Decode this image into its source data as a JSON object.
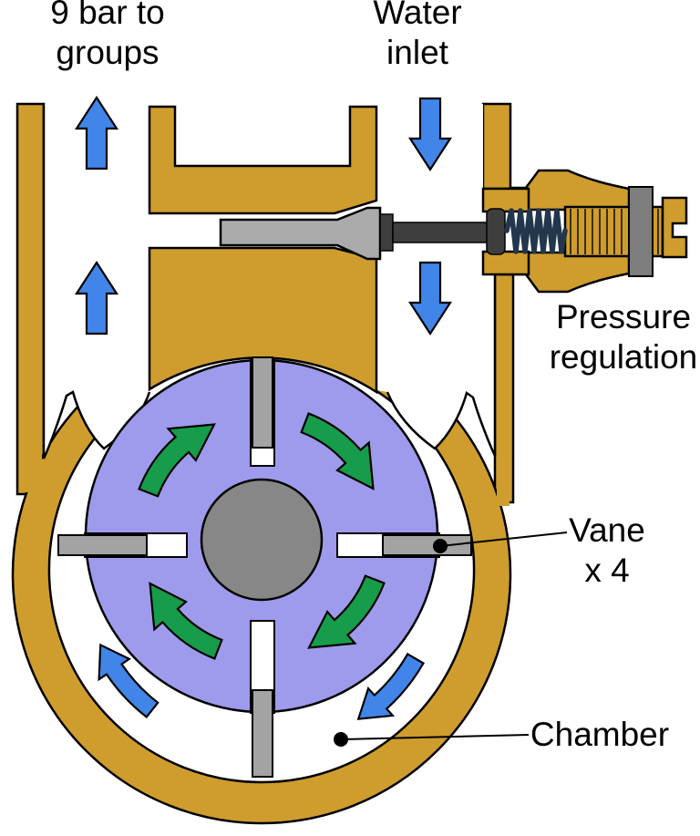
{
  "title": "Rotary vane pump diagram",
  "labels": {
    "outlet": "9 bar to\ngroups",
    "inlet": "Water\ninlet",
    "pressure": "Pressure\nregulation",
    "vane": "Vane\nx 4",
    "chamber": "Chamber"
  },
  "icons": {
    "flow_up_arrows": "outlet flow, 2 blue arrows pointing up",
    "flow_down_arrows": "inlet flow, 2 blue arrows pointing down",
    "rotation_arrows": "4 green curved arrows, clockwise rotation",
    "chamber_flow_arrows": "2 blue curved arrows in chamber"
  },
  "colors": {
    "brass": "#CF9D2D",
    "rotor": "#9E9BED",
    "hub": "#878787",
    "vane": "#A3A3A3",
    "piston": "#ABABAB",
    "rod": "#3E3E3E",
    "washer": "#2E2E2E",
    "nut": "#7D7D7D",
    "spring": "#22364C",
    "green": "#169C4B",
    "blue": "#4285E9",
    "outline": "#000000",
    "background": "#FFFFFF"
  }
}
